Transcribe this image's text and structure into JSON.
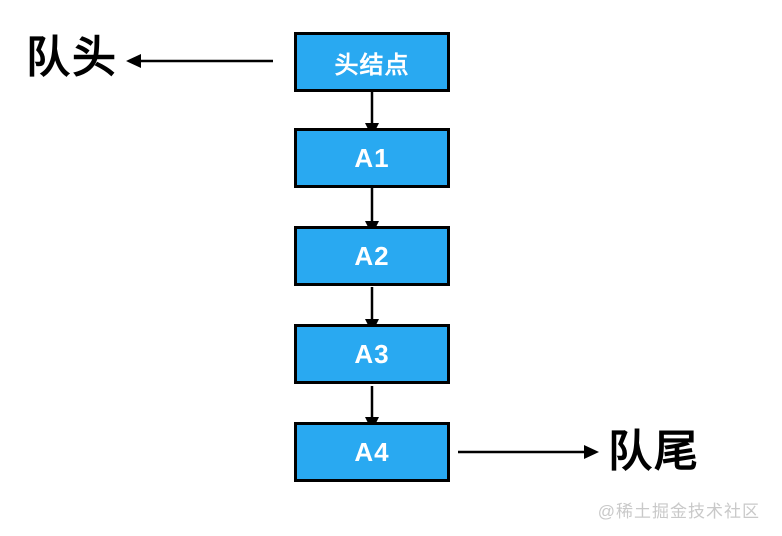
{
  "diagram": {
    "type": "flowchart",
    "description": "Linked-list representation of a queue",
    "head_label": "队头",
    "tail_label": "队尾",
    "nodes": [
      {
        "id": "head-node",
        "label": "头结点"
      },
      {
        "id": "a1",
        "label": "A1"
      },
      {
        "id": "a2",
        "label": "A2"
      },
      {
        "id": "a3",
        "label": "A3"
      },
      {
        "id": "a4",
        "label": "A4"
      }
    ],
    "edges": [
      {
        "from": "头结点",
        "to": "队头",
        "direction": "left"
      },
      {
        "from": "头结点",
        "to": "A1",
        "direction": "down"
      },
      {
        "from": "A1",
        "to": "A2",
        "direction": "down"
      },
      {
        "from": "A2",
        "to": "A3",
        "direction": "down"
      },
      {
        "from": "A3",
        "to": "A4",
        "direction": "down"
      },
      {
        "from": "A4",
        "to": "队尾",
        "direction": "right"
      }
    ],
    "watermark": "@稀土掘金技术社区",
    "colors": {
      "node_fill": "#29A9F1",
      "node_border": "#000000",
      "node_text": "#FFFFFF",
      "arrow": "#000000",
      "label_text": "#000000",
      "watermark_text": "#C9C9C9"
    }
  }
}
